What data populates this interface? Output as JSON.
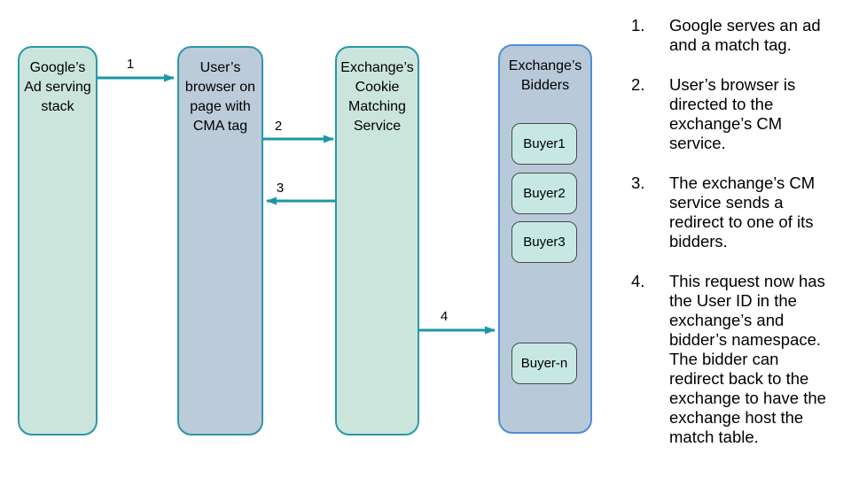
{
  "diagram": {
    "nodes": [
      {
        "id": "google-ad-serving-stack",
        "label": "Google’s Ad serving stack"
      },
      {
        "id": "users-browser",
        "label": "User’s browser on page with CMA tag"
      },
      {
        "id": "cookie-matching-service",
        "label": "Exchange’s Cookie Matching Service"
      },
      {
        "id": "exchanges-bidders",
        "label": "Exchange’s Bidders"
      }
    ],
    "buyers": [
      {
        "label": "Buyer1"
      },
      {
        "label": "Buyer2"
      },
      {
        "label": "Buyer3"
      },
      {
        "label": "Buyer-n"
      }
    ],
    "arrows": [
      {
        "label": "1",
        "from": "google-ad-serving-stack",
        "to": "users-browser"
      },
      {
        "label": "2",
        "from": "users-browser",
        "to": "cookie-matching-service"
      },
      {
        "label": "3",
        "from": "cookie-matching-service",
        "to": "users-browser"
      },
      {
        "label": "4",
        "from": "cookie-matching-service",
        "to": "exchanges-bidders"
      }
    ],
    "colors": {
      "green_fill": "#cbe5dc",
      "blue_fill": "#bccbd9",
      "bidders_fill": "#b8c9da",
      "teal_border": "#2b98a6",
      "bidders_border": "#4e8fd0",
      "buyer_fill": "#c7e8e2",
      "buyer_border": "#4a4a4a",
      "arrow_color": "#1d96a6"
    }
  },
  "steps": [
    {
      "number": "1.",
      "text": "Google serves an ad and a match tag."
    },
    {
      "number": "2.",
      "text": "User’s browser is directed to the exchange’s CM service."
    },
    {
      "number": "3.",
      "text": "The exchange’s CM service sends a redirect to one of its bidders."
    },
    {
      "number": "4.",
      "text": "This request now has the User ID in the exchange’s and bidder’s namespace. The bidder can redirect back to the exchange to have the exchange host the match table."
    }
  ]
}
